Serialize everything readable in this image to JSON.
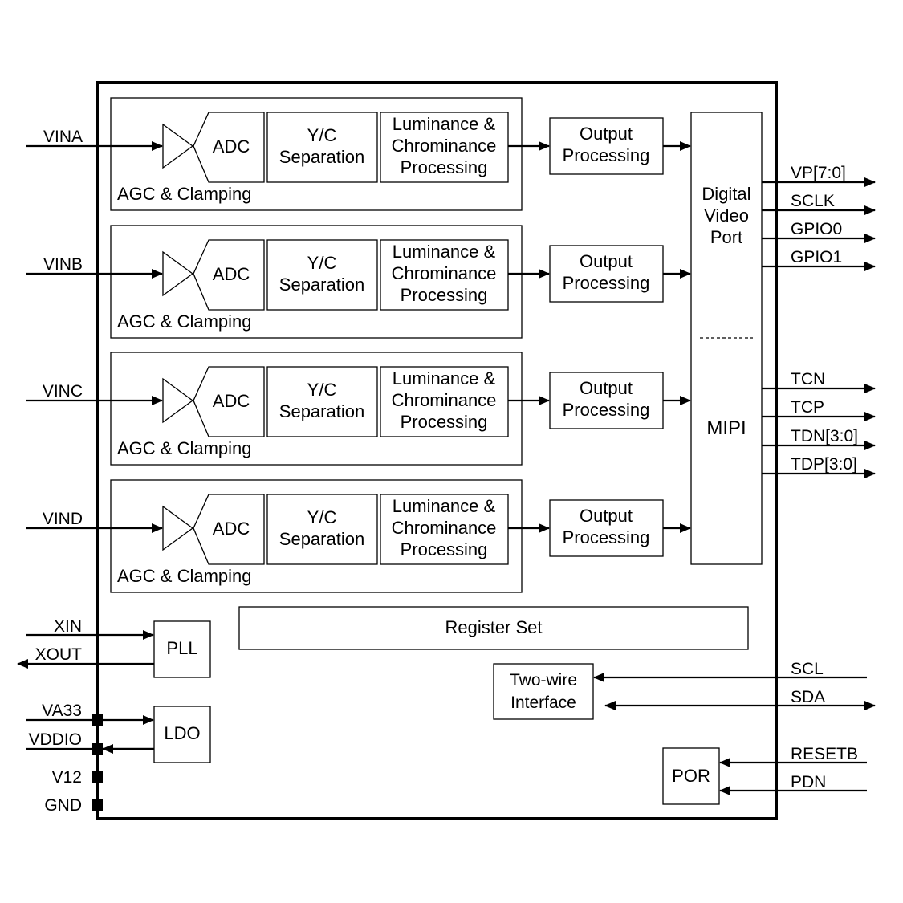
{
  "diagram": {
    "channels": [
      {
        "input": "VINA",
        "adc": "ADC",
        "agc": "AGC & Clamping",
        "yc": [
          "Y/C",
          "Separation"
        ],
        "lum": [
          "Luminance &",
          "Chrominance",
          "Processing"
        ],
        "out": [
          "Output",
          "Processing"
        ]
      },
      {
        "input": "VINB",
        "adc": "ADC",
        "agc": "AGC & Clamping",
        "yc": [
          "Y/C",
          "Separation"
        ],
        "lum": [
          "Luminance &",
          "Chrominance",
          "Processing"
        ],
        "out": [
          "Output",
          "Processing"
        ]
      },
      {
        "input": "VINC",
        "adc": "ADC",
        "agc": "AGC & Clamping",
        "yc": [
          "Y/C",
          "Separation"
        ],
        "lum": [
          "Luminance &",
          "Chrominance",
          "Processing"
        ],
        "out": [
          "Output",
          "Processing"
        ]
      },
      {
        "input": "VIND",
        "adc": "ADC",
        "agc": "AGC & Clamping",
        "yc": [
          "Y/C",
          "Separation"
        ],
        "lum": [
          "Luminance &",
          "Chrominance",
          "Processing"
        ],
        "out": [
          "Output",
          "Processing"
        ]
      }
    ],
    "dvp": [
      "Digital",
      "Video",
      "Port"
    ],
    "mipi": "MIPI",
    "dvp_outputs": [
      "VP[7:0]",
      "SCLK",
      "GPIO0",
      "GPIO1"
    ],
    "mipi_outputs": [
      "TCN",
      "TCP",
      "TDN[3:0]",
      "TDP[3:0]"
    ],
    "register_set": "Register Set",
    "pll": {
      "label": "PLL",
      "in": "XIN",
      "out": "XOUT"
    },
    "ldo": {
      "label": "LDO",
      "in": "VA33",
      "out": "VDDIO"
    },
    "power_pins": [
      "V12",
      "GND"
    ],
    "two_wire": {
      "label": [
        "Two-wire",
        "Interface"
      ],
      "scl": "SCL",
      "sda": "SDA"
    },
    "por": {
      "label": "POR",
      "resetb": "RESETB",
      "pdn": "PDN"
    }
  }
}
